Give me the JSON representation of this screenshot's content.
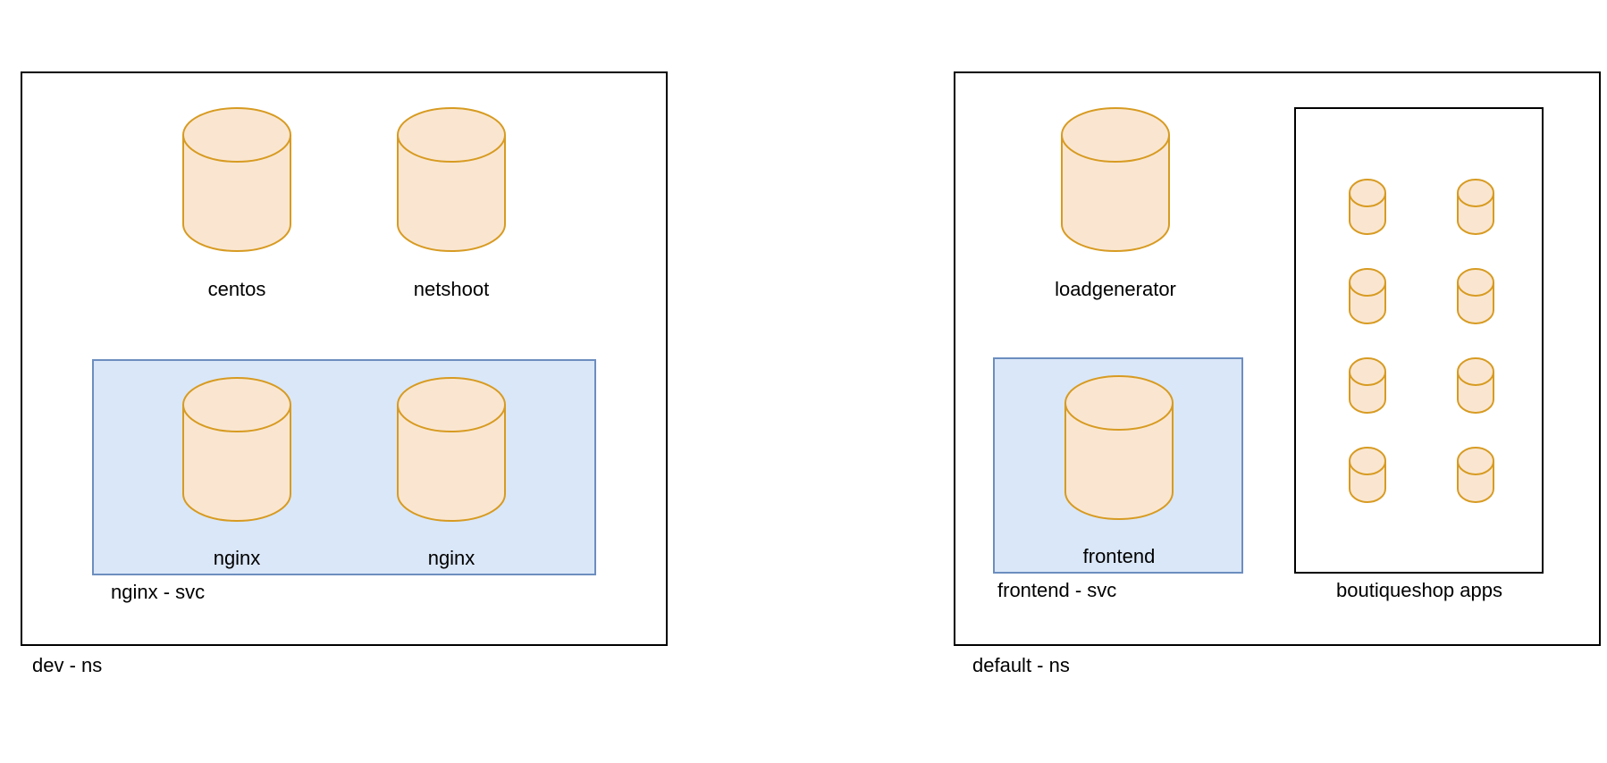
{
  "colors": {
    "cylinder_fill": "#fae6d0",
    "cylinder_stroke": "#d79b22",
    "service_fill": "#dae7f8",
    "service_stroke": "#6c8ebf",
    "frame_stroke": "#000000"
  },
  "namespaces": {
    "dev": {
      "label": "dev - ns",
      "pods": [
        {
          "label": "centos"
        },
        {
          "label": "netshoot"
        }
      ],
      "service": {
        "label": "nginx - svc",
        "pods": [
          {
            "label": "nginx"
          },
          {
            "label": "nginx"
          }
        ]
      }
    },
    "default": {
      "label": "default - ns",
      "pods": [
        {
          "label": "loadgenerator"
        }
      ],
      "service": {
        "label": "frontend - svc",
        "pods": [
          {
            "label": "frontend"
          }
        ]
      },
      "apps_group": {
        "label": "boutiqueshop apps",
        "count": 8
      }
    }
  }
}
